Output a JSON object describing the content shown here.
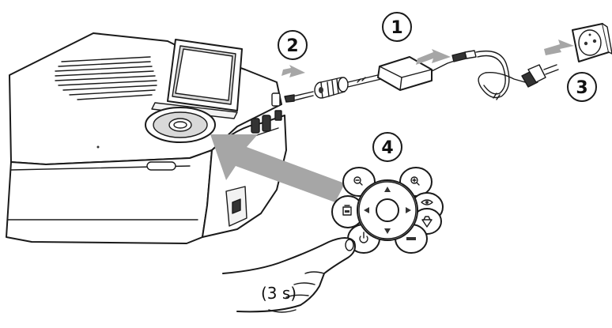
{
  "steps": [
    {
      "number": "1"
    },
    {
      "number": "2"
    },
    {
      "number": "3"
    },
    {
      "number": "4"
    }
  ],
  "press_duration": "(3 s)",
  "colors": {
    "line": "#1a1a1a",
    "arrow": "#a6a6a6",
    "shade": "#d9d9d9",
    "background": "#ffffff"
  },
  "icons": {
    "zoom_out": "zoom-out-icon",
    "zoom_in": "zoom-in-icon",
    "view": "eye-icon",
    "enhance": "diamond-icon",
    "menu": "menu-icon",
    "print": "print-icon",
    "power": "power-icon"
  }
}
